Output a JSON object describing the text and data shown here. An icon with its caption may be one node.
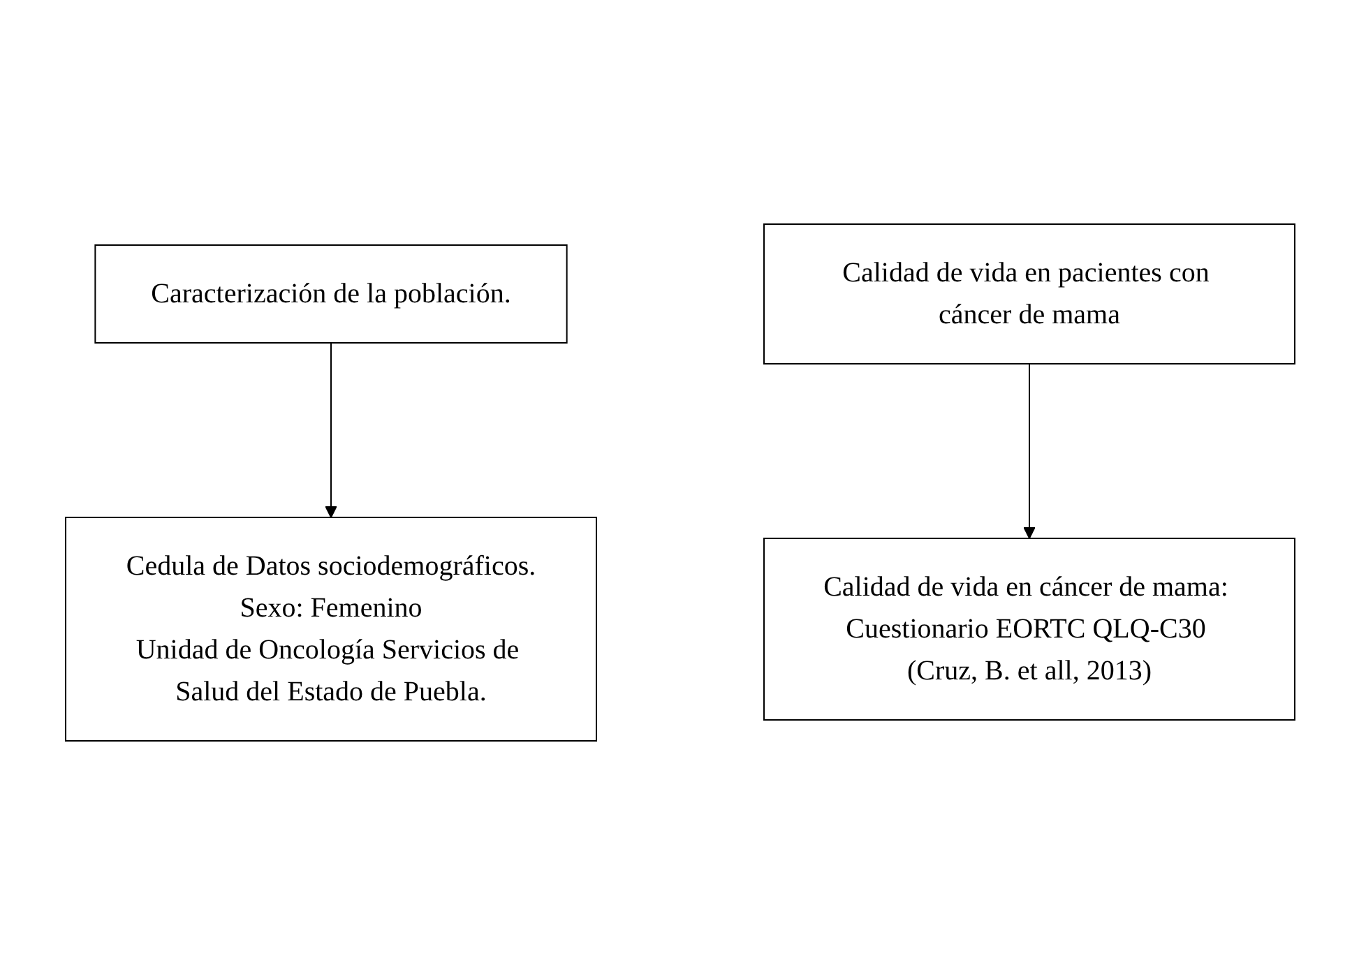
{
  "diagram": {
    "nodes": [
      {
        "text": [
          "Caracterización de la población."
        ]
      },
      {
        "text": [
          "Calidad de vida en pacientes con cáncer de mama"
        ]
      },
      {
        "text": [
          "Cedula de Datos sociodemográficos.",
          "Sexo: Femenino",
          "Unidad de Oncología Servicios de Salud del Estado de Puebla."
        ]
      },
      {
        "text": [
          "Calidad de vida en cáncer de mama: Cuestionario EORTC QLQ-C30 (Cruz, B. et all, 2013)"
        ]
      }
    ],
    "edges": [
      {
        "from": 0,
        "to": 2,
        "arrow": "to"
      },
      {
        "from": 1,
        "to": 3,
        "arrow": "to"
      }
    ]
  }
}
